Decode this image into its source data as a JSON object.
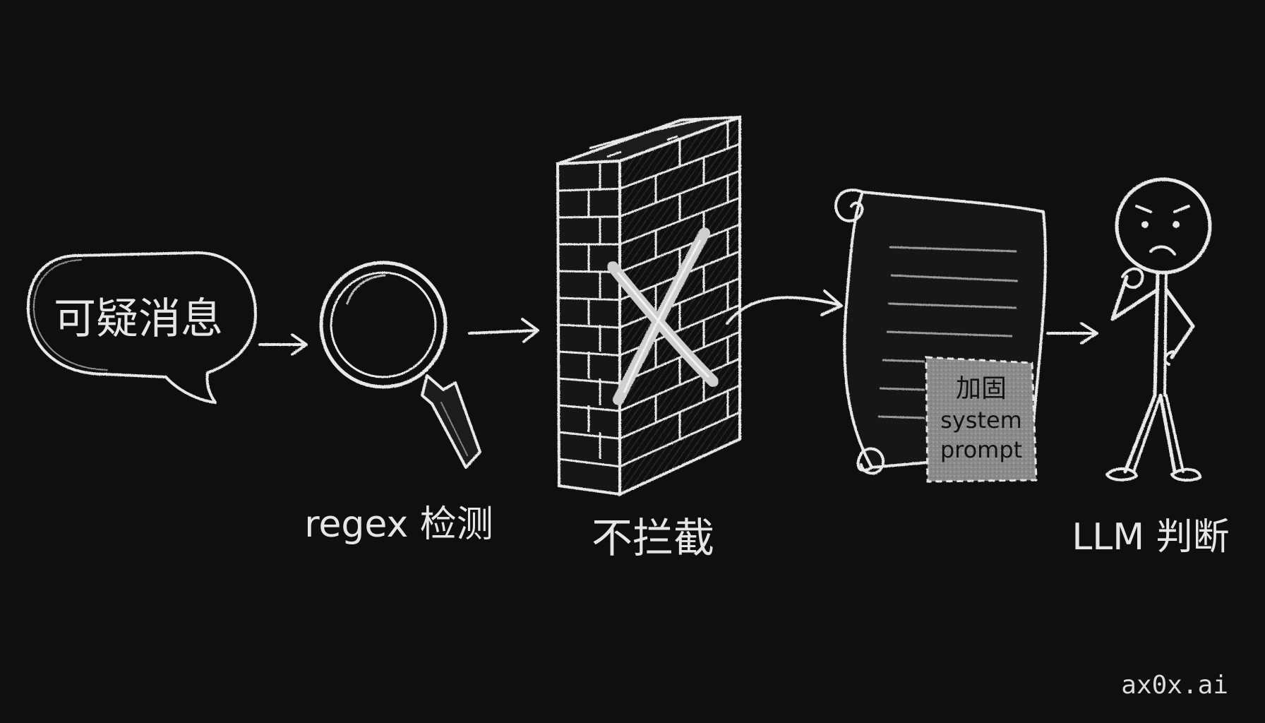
{
  "steps": {
    "message": {
      "label": "可疑消息",
      "icon": "speech-bubble-icon"
    },
    "regex": {
      "label": "regex 检测",
      "icon": "magnifier-icon"
    },
    "wall": {
      "label": "不拦截",
      "icon": "brick-wall-icon"
    },
    "prompt": {
      "line1": "加固",
      "line2": "system",
      "line3": "prompt",
      "icon": "scroll-icon"
    },
    "llm": {
      "label": "LLM 判断",
      "icon": "thinking-person-icon"
    }
  },
  "watermark": "ax0x.ai",
  "colors": {
    "background": "#0f0f0f",
    "chalk": "#e8e8e8",
    "note": "#6a6a6a"
  }
}
